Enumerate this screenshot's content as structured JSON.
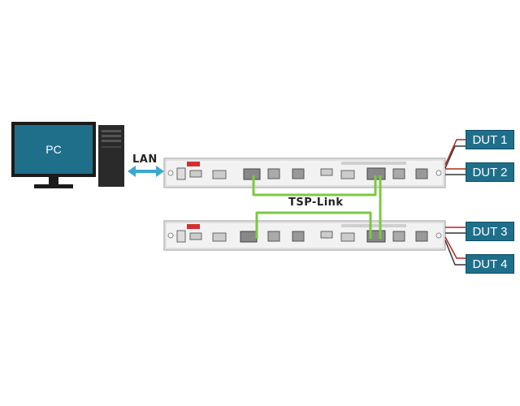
{
  "pc": {
    "label": "PC"
  },
  "lan": {
    "label": "LAN"
  },
  "tsp_link": {
    "label": "TSP-Link"
  },
  "duts": [
    {
      "label": "DUT 1"
    },
    {
      "label": "DUT 2"
    },
    {
      "label": "DUT 3"
    },
    {
      "label": "DUT 4"
    }
  ],
  "colors": {
    "monitor_screen": "#1f6f8b",
    "monitor_frame": "#1b1b1b",
    "tower": "#2a2a2a",
    "lan_arrow": "#3aa7d1",
    "tsp_link_cable": "#7ac943",
    "dut_box": "#1f6f8b",
    "wire_red": "#b3261e",
    "wire_black": "#333333",
    "instrument_panel": "#f2f2f2",
    "brand_red": "#d32f2f"
  }
}
